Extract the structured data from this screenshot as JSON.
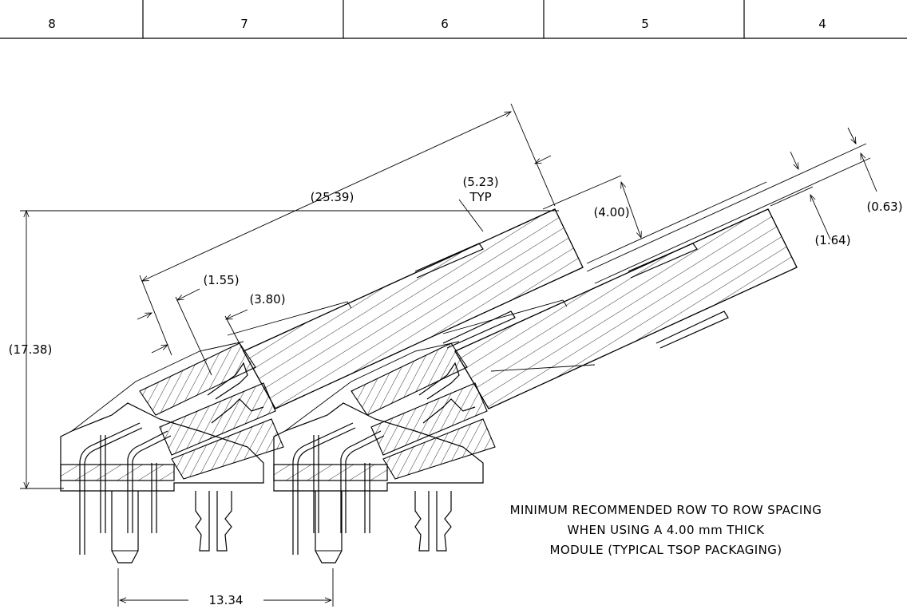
{
  "border": {
    "zones": [
      "8",
      "7",
      "6",
      "5",
      "4"
    ]
  },
  "dimensions": {
    "d_25_39": "(25.39)",
    "d_5_23": "(5.23)",
    "d_5_23_typ": "TYP",
    "d_4_00": "(4.00)",
    "d_0_63": "(0.63)",
    "d_1_64": "(1.64)",
    "d_1_55": "(1.55)",
    "d_3_80": "(3.80)",
    "d_17_38": "(17.38)",
    "d_13_34": "13.34"
  },
  "note": {
    "line1": "MINIMUM RECOMMENDED ROW TO ROW SPACING",
    "line2": "WHEN USING A 4.00 mm THICK",
    "line3": "MODULE (TYPICAL TSOP PACKAGING)"
  }
}
